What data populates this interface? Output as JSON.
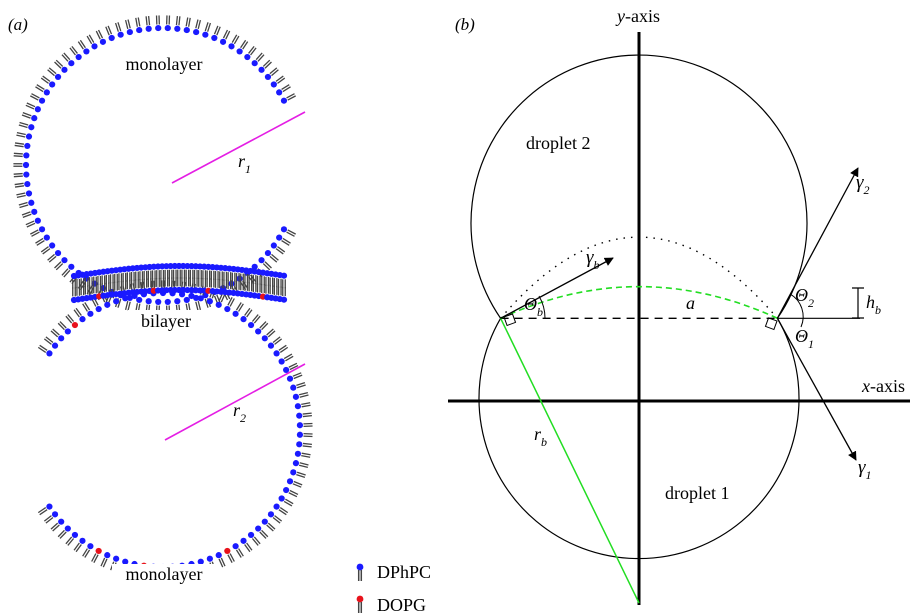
{
  "panel_a": {
    "label": "(a)",
    "top_monolayer": "monolayer",
    "bilayer": "bilayer",
    "bottom_monolayer": "monolayer",
    "r1": "r",
    "r1_sub": "1",
    "r2": "r",
    "r2_sub": "2",
    "legend": {
      "dphpc": "DPhPC",
      "dopg": "DOPG"
    }
  },
  "panel_b": {
    "label": "(b)",
    "y_axis": "y-axis",
    "x_axis": "x-axis",
    "droplet2": "droplet 2",
    "droplet1": "droplet 1",
    "gamma2": "γ",
    "gamma2_sub": "2",
    "gamma1": "γ",
    "gamma1_sub": "1",
    "gamma_b": "γ",
    "gamma_b_sub": "b",
    "theta2": "Θ",
    "theta2_sub": "2",
    "theta1": "Θ",
    "theta1_sub": "1",
    "theta_b": "Θ",
    "theta_b_sub": "b",
    "hb": "h",
    "hb_sub": "b",
    "a": "a",
    "rb": "r",
    "rb_sub": "b"
  },
  "colors": {
    "dphpc_head": "#1a1aff",
    "dopg_head": "#e8121b",
    "tail": "#444444",
    "radius": "#e41ee4",
    "green": "#22dd22"
  }
}
